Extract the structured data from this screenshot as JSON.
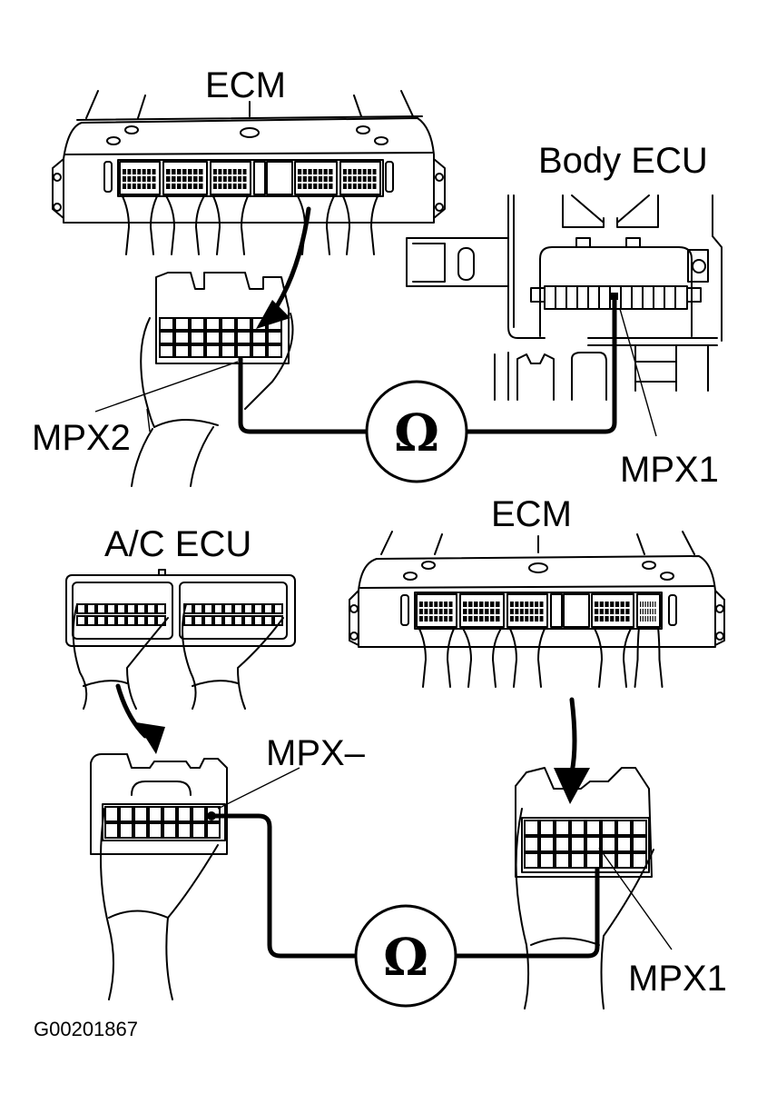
{
  "figure_id": "G00201867",
  "colors": {
    "ink": "#000000",
    "background": "#ffffff"
  },
  "top_section": {
    "ecm_label": "ECM",
    "body_ecu_label": "Body ECU",
    "connector_label_ecm": "MPX2",
    "connector_label_body": "MPX1",
    "meter_symbol": "Ω",
    "meter_icon": "ohmmeter-icon"
  },
  "bottom_section": {
    "ac_ecu_label": "A/C ECU",
    "ecm_label": "ECM",
    "connector_label_ac": "MPX–",
    "connector_label_ecm": "MPX1",
    "meter_symbol": "Ω",
    "meter_icon": "ohmmeter-icon"
  }
}
